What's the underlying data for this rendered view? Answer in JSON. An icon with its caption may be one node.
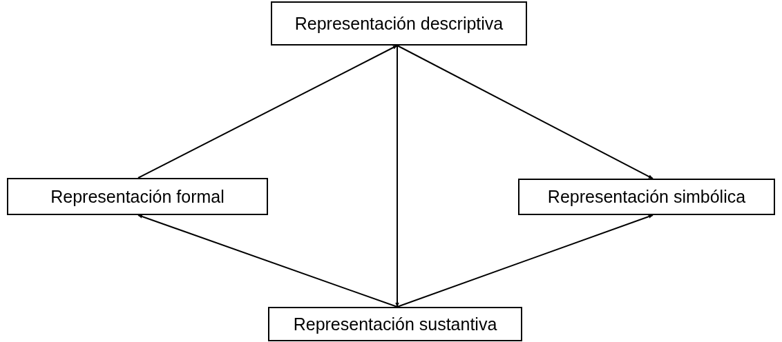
{
  "diagram": {
    "nodes": [
      {
        "text": [
          "Representación descriptiva"
        ]
      },
      {
        "text": [
          "Representación formal"
        ]
      },
      {
        "text": [
          "Representación simbólica"
        ]
      },
      {
        "text": [
          "Representación sustantiva"
        ]
      }
    ],
    "edges": [
      {
        "from": 1,
        "to": 0,
        "arrow": "to"
      },
      {
        "from": 0,
        "to": 2,
        "arrow": "to"
      },
      {
        "from": 0,
        "to": 3,
        "arrow": "to"
      },
      {
        "from": 3,
        "to": 1,
        "arrow": "to"
      },
      {
        "from": 3,
        "to": 2,
        "arrow": "to"
      }
    ]
  }
}
